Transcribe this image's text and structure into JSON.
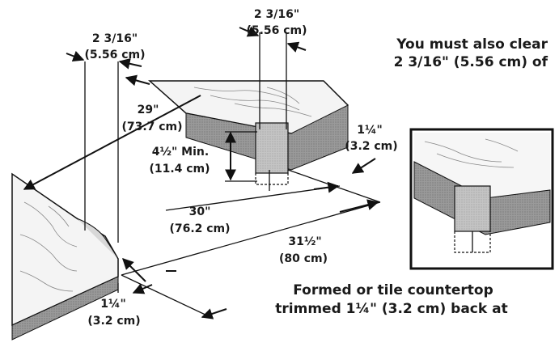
{
  "dimensions": {
    "clear_top_in": "2 3/16\"",
    "clear_top_cm": "(5.56 cm)",
    "clear_left_in": "2 3/16\"",
    "clear_left_cm": "(5.56 cm)",
    "width_29_in": "29\"",
    "width_29_cm": "(73.7 cm)",
    "min_depth_in": "4½\" Min.",
    "min_depth_cm": "(11.4 cm)",
    "width_30_in": "30\"",
    "width_30_cm": "(76.2 cm)",
    "width_31_in": "31½\"",
    "width_31_cm": "(80 cm)",
    "trim_right_in": "1¼\"",
    "trim_right_cm": "(3.2 cm)",
    "trim_bottom_in": "1¼\"",
    "trim_bottom_cm": "(3.2 cm)"
  },
  "notes": {
    "clear_line1": "You must also clear",
    "clear_line2": "2 3/16\" (5.56 cm) of",
    "formed_line1": "Formed or tile countertop",
    "formed_line2": "trimmed 1¼\" (3.2 cm) back at"
  }
}
